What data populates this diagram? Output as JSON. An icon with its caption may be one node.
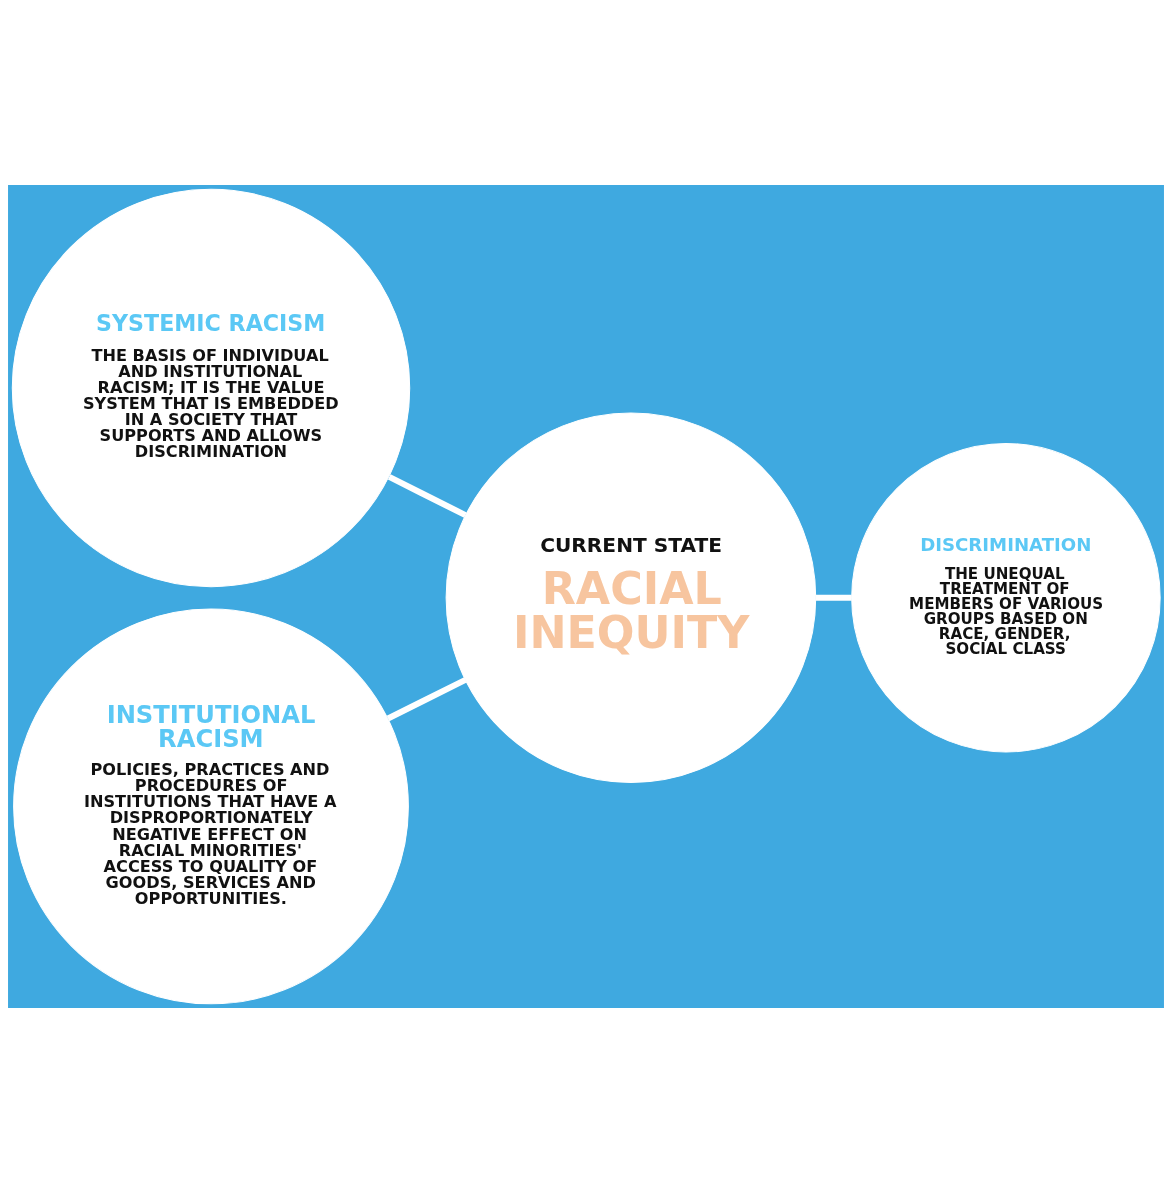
{
  "diagram": {
    "nodes": [
      {
        "text": [
          "SYSTEMIC RACISM",
          "THE BASIS OF INDIVIDUAL AND INSTITUTIONAL RACISM; IT IS THE VALUE SYSTEM THAT IS EMBEDDED IN A SOCIETY THAT SUPPORTS AND ALLOWS DISCRIMINATION"
        ]
      },
      {
        "text": [
          "CURRENT STATE",
          "RACIAL INEQUITY"
        ]
      },
      {
        "text": [
          "INSTITUTIONAL RACISM",
          "POLICIES, PRACTICES AND PROCEDURES OF INSTITUTIONS THAT HAVE A DISPROPORTIONATELY NEGATIVE EFFECT ON RACIAL MINORITIES' ACCESS TO QUALITY OF GOODS, SERVICES AND OPPORTUNITIES."
        ]
      },
      {
        "text": [
          "DISCRIMINATION",
          "THE UNEQUAL TREATMENT OF MEMBERS OF VARIOUS GROUPS BASED ON RACE, GENDER, SOCIAL CLASS"
        ]
      }
    ],
    "edges": [
      {
        "from": 0,
        "to": 1,
        "arrow": "none"
      },
      {
        "from": 2,
        "to": 1,
        "arrow": "none"
      },
      {
        "from": 1,
        "to": 3,
        "arrow": "none"
      }
    ]
  }
}
